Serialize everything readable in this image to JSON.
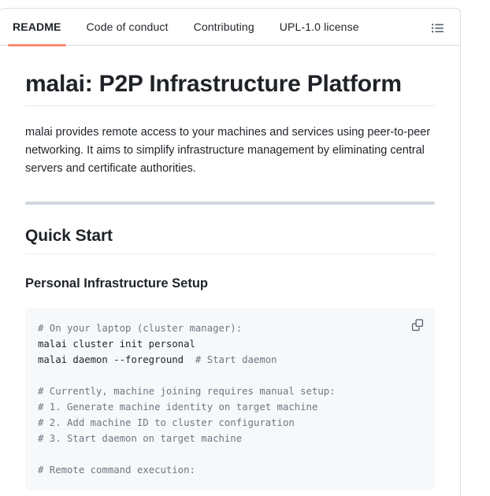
{
  "panel": {
    "tabs": [
      {
        "label": "README",
        "active": true
      },
      {
        "label": "Code of conduct",
        "active": false
      },
      {
        "label": "Contributing",
        "active": false
      },
      {
        "label": "UPL-1.0 license",
        "active": false
      }
    ],
    "toc_icon": "list-unordered-icon"
  },
  "article": {
    "title": "malai: P2P Infrastructure Platform",
    "intro": "malai provides remote access to your machines and services using peer-to-peer networking. It aims to simplify infrastructure management by eliminating central servers and certificate authorities.",
    "section_heading": "Quick Start",
    "subsection_heading": "Personal Infrastructure Setup",
    "code_block": {
      "copy_icon": "copy-icon",
      "lines": [
        {
          "text": "# On your laptop (cluster manager):",
          "type": "comment"
        },
        {
          "text": "malai cluster init personal",
          "type": "command"
        },
        {
          "text": "malai daemon --foreground  # Start daemon",
          "type": "command-with-comment",
          "command": "malai daemon --foreground  ",
          "comment": "# Start daemon"
        },
        {
          "text": "",
          "type": "blank"
        },
        {
          "text": "# Currently, machine joining requires manual setup:",
          "type": "comment"
        },
        {
          "text": "# 1. Generate machine identity on target machine",
          "type": "comment"
        },
        {
          "text": "# 2. Add machine ID to cluster configuration",
          "type": "comment"
        },
        {
          "text": "# 3. Start daemon on target machine",
          "type": "comment"
        },
        {
          "text": "",
          "type": "blank"
        },
        {
          "text": "# Remote command execution:",
          "type": "comment"
        }
      ]
    }
  },
  "colors": {
    "accent_underline": "#fd8c73",
    "panel_border": "#d8dee4",
    "rule": "#d0d7de",
    "code_bg": "#f6f8fa",
    "text": "#1f2328",
    "comment": "#6e7781"
  }
}
